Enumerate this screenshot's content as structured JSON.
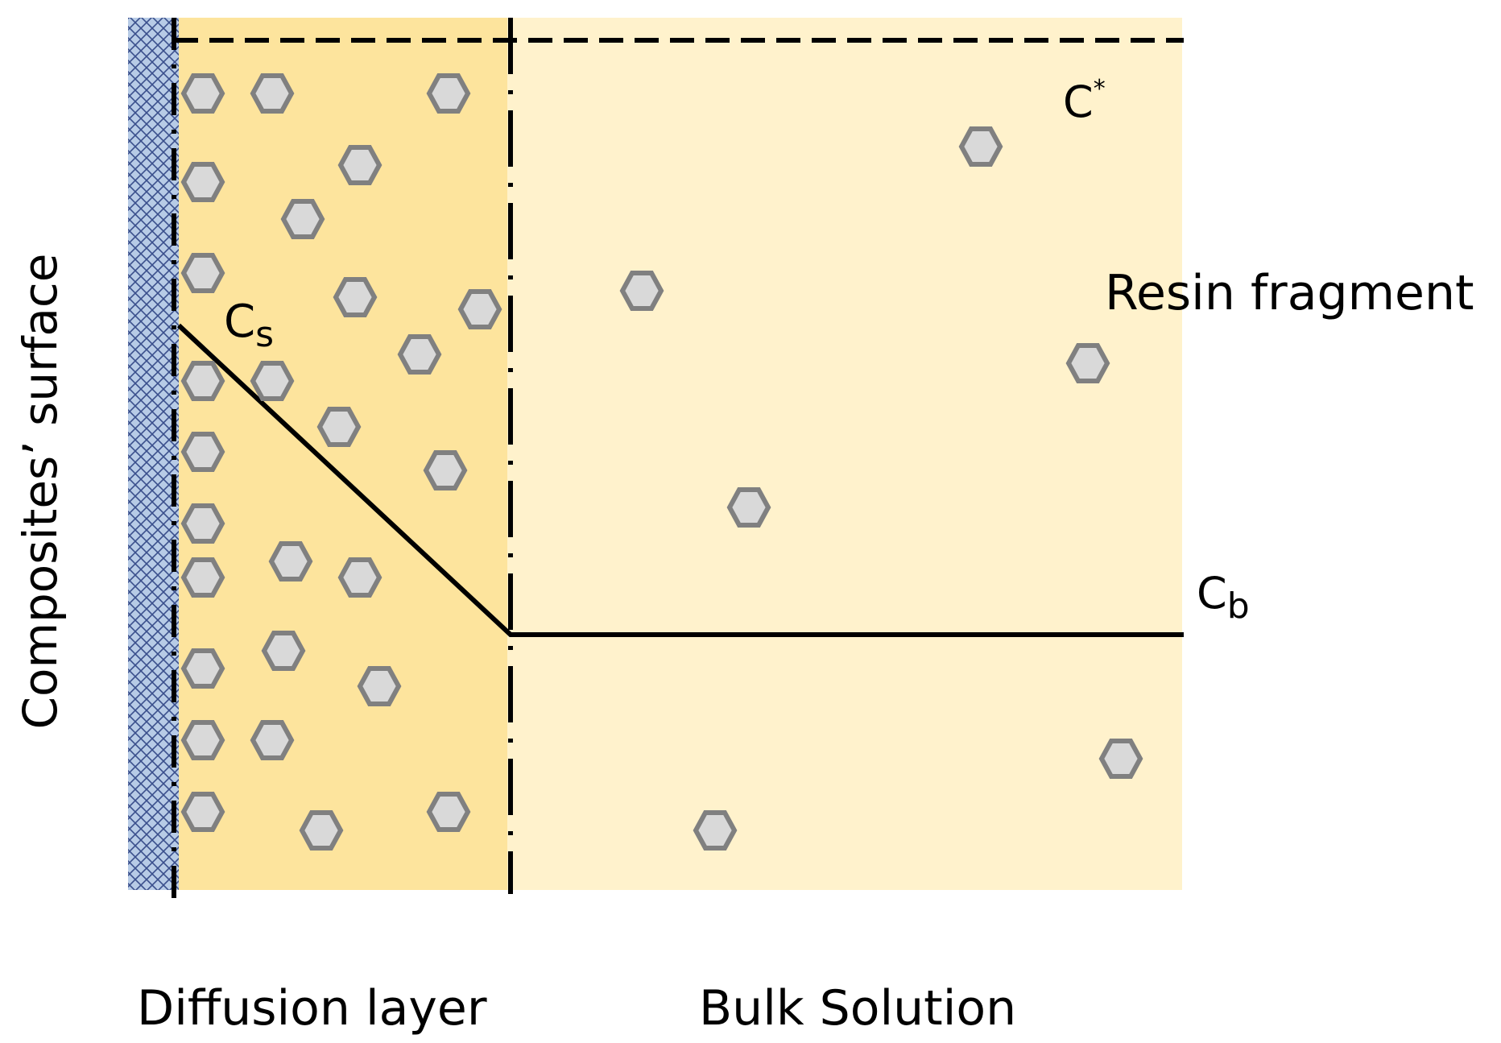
{
  "labels": {
    "composites_surface": "Composites’ surface",
    "diffusion_layer": "Diffusion layer",
    "bulk_solution": "Bulk Solution",
    "c_star_base": "C",
    "c_star_sup": "*",
    "resin_fragment": "Resin fragment",
    "cs_base": "C",
    "cs_sub": "s",
    "cb_base": "C",
    "cb_sub": "b"
  },
  "colors": {
    "surface_blue": "#b7cbe6",
    "surface_hatch": "#3a4f8c",
    "diffusion_fill": "#fde49d",
    "bulk_fill": "#fff2cc",
    "hexagon_fill": "#d9d9d9",
    "hexagon_stroke": "#808080",
    "line": "#000000"
  },
  "icons": {
    "particle": "hexagon-icon",
    "surface": "crosshatch-pattern"
  }
}
